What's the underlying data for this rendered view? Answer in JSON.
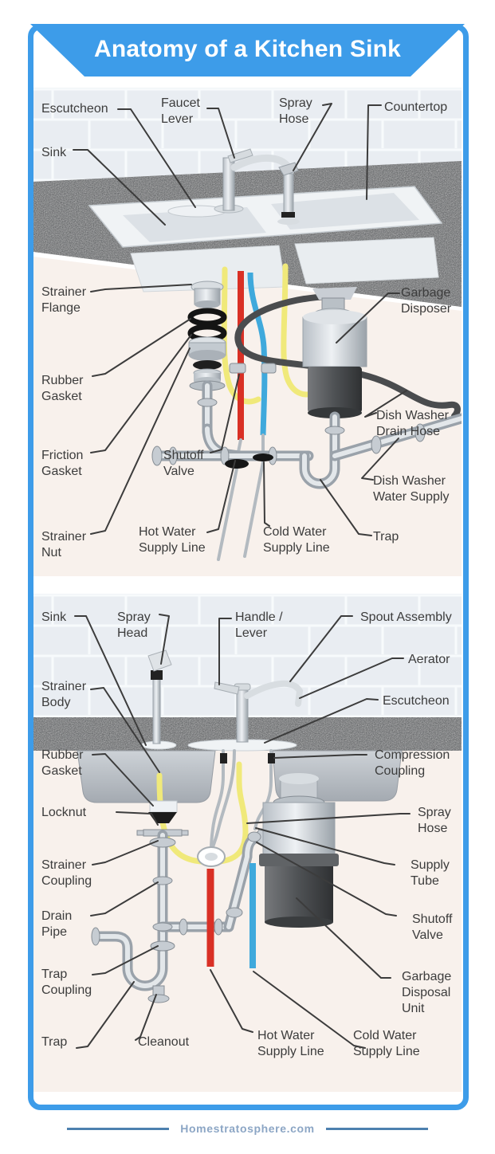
{
  "title": "Anatomy of a Kitchen Sink",
  "footer": {
    "site": "Homestratosphere.com"
  },
  "colors": {
    "accent": "#3d9ce9",
    "hot_water": "#d93025",
    "cold_water": "#3fa9dc",
    "spray_hose_yellow": "#f0e97a",
    "label_ink": "#3c3c3c"
  },
  "d1": {
    "labels": [
      {
        "id": "escutcheon",
        "text": "Escutcheon"
      },
      {
        "id": "faucet-lever",
        "text": "Faucet\nLever"
      },
      {
        "id": "spray-hose",
        "text": "Spray\nHose"
      },
      {
        "id": "countertop",
        "text": "Countertop"
      },
      {
        "id": "sink",
        "text": "Sink"
      },
      {
        "id": "strainer-flange",
        "text": "Strainer\nFlange"
      },
      {
        "id": "garbage-disposer",
        "text": "Garbage\nDisposer"
      },
      {
        "id": "rubber-gasket",
        "text": "Rubber\nGasket"
      },
      {
        "id": "dishwasher-drain-hose",
        "text": "Dish Washer\nDrain Hose"
      },
      {
        "id": "friction-gasket",
        "text": "Friction\nGasket"
      },
      {
        "id": "shutoff-valve",
        "text": "Shutoff\nValve"
      },
      {
        "id": "dishwasher-water-supply",
        "text": "Dish Washer\nWater Supply"
      },
      {
        "id": "strainer-nut",
        "text": "Strainer\nNut"
      },
      {
        "id": "hot-water-supply-line",
        "text": "Hot Water\nSupply Line"
      },
      {
        "id": "cold-water-supply-line",
        "text": "Cold Water\nSupply Line"
      },
      {
        "id": "trap",
        "text": "Trap"
      }
    ]
  },
  "d2": {
    "labels": [
      {
        "id": "sink",
        "text": "Sink"
      },
      {
        "id": "spray-head",
        "text": "Spray\nHead"
      },
      {
        "id": "handle-lever",
        "text": "Handle /\nLever"
      },
      {
        "id": "spout-assembly",
        "text": "Spout Assembly"
      },
      {
        "id": "aerator",
        "text": "Aerator"
      },
      {
        "id": "strainer-body",
        "text": "Strainer\nBody"
      },
      {
        "id": "escutcheon",
        "text": "Escutcheon"
      },
      {
        "id": "rubber-gasket",
        "text": "Rubber\nGasket"
      },
      {
        "id": "compression-coupling",
        "text": "Compression\nCoupling"
      },
      {
        "id": "locknut",
        "text": "Locknut"
      },
      {
        "id": "spray-hose",
        "text": "Spray\nHose"
      },
      {
        "id": "strainer-coupling",
        "text": "Strainer\nCoupling"
      },
      {
        "id": "supply-tube",
        "text": "Supply\nTube"
      },
      {
        "id": "drain-pipe",
        "text": "Drain\nPipe"
      },
      {
        "id": "shutoff-valve",
        "text": "Shutoff\nValve"
      },
      {
        "id": "trap-coupling",
        "text": "Trap\nCoupling"
      },
      {
        "id": "garbage-disposal-unit",
        "text": "Garbage\nDisposal\nUnit"
      },
      {
        "id": "trap",
        "text": "Trap"
      },
      {
        "id": "cleanout",
        "text": "Cleanout"
      },
      {
        "id": "hot-water-supply-line",
        "text": "Hot Water\nSupply Line"
      },
      {
        "id": "cold-water-supply-line",
        "text": "Cold Water\nSupply Line"
      }
    ]
  }
}
